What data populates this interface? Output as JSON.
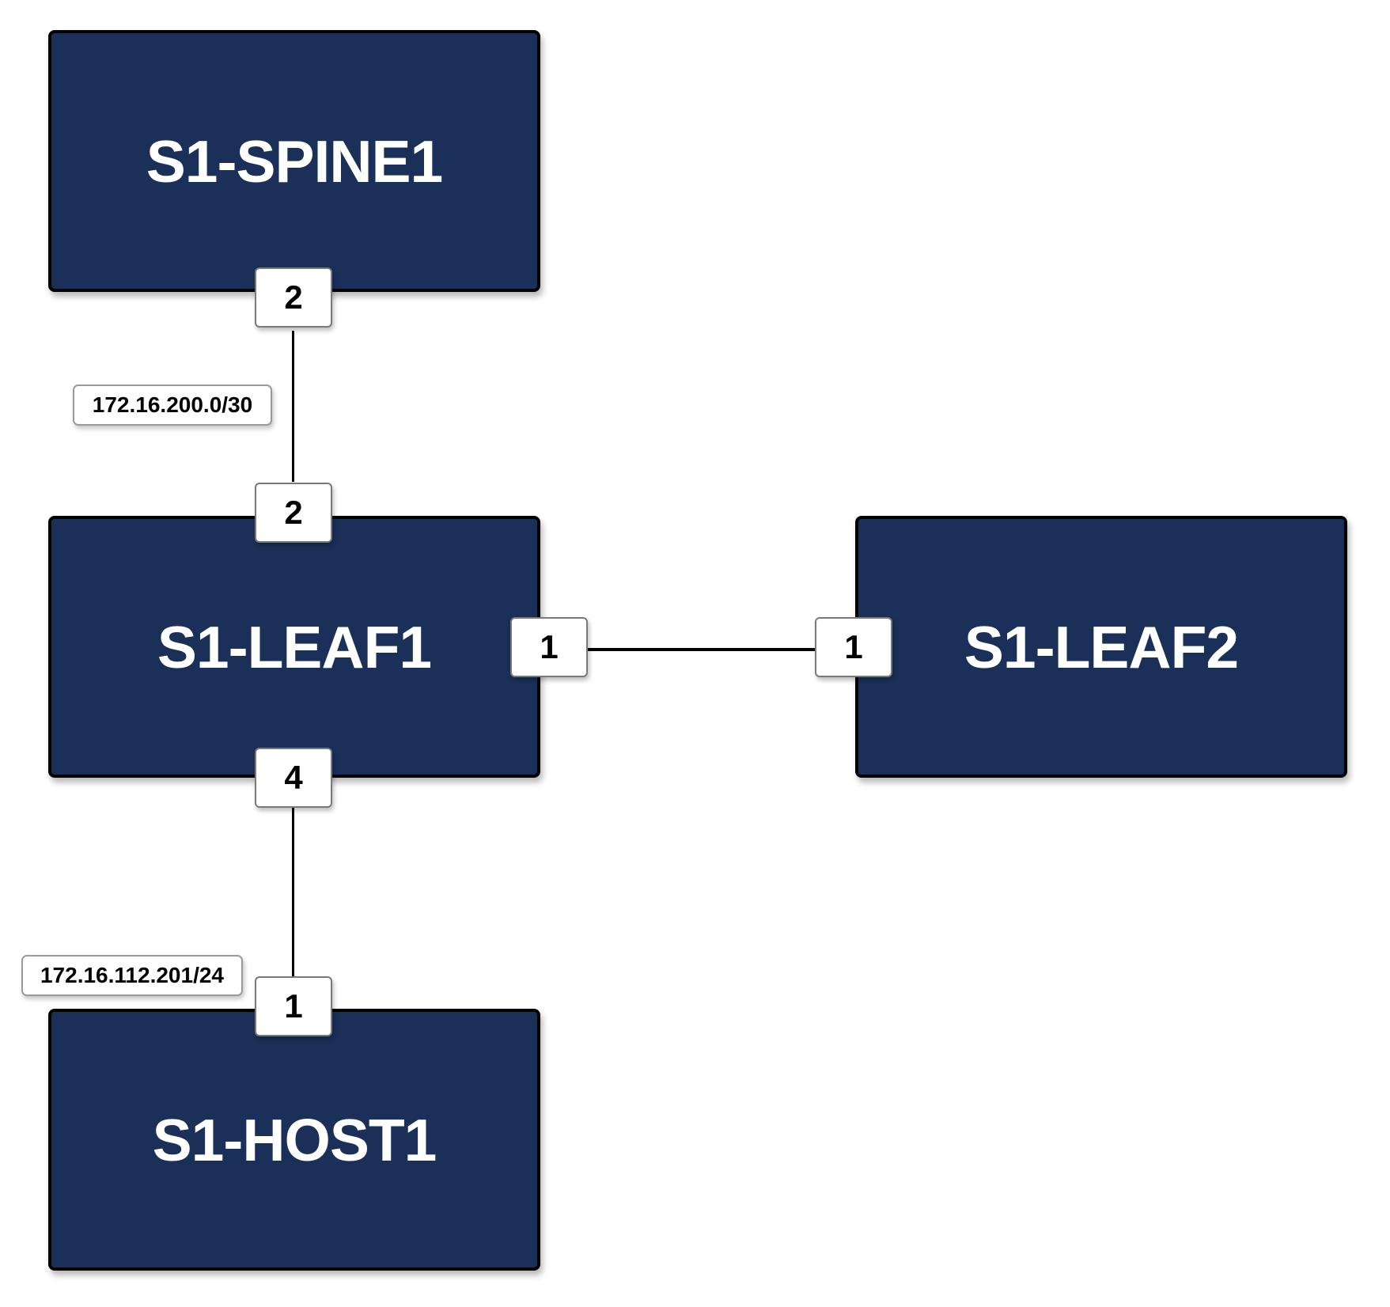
{
  "colors": {
    "device_fill": "#1a3059",
    "device_border": "#000000",
    "device_text": "#ffffff",
    "port_fill": "#ffffff",
    "link": "#000000"
  },
  "devices": {
    "spine1": {
      "label": "S1-SPINE1"
    },
    "leaf1": {
      "label": "S1-LEAF1"
    },
    "leaf2": {
      "label": "S1-LEAF2"
    },
    "host1": {
      "label": "S1-HOST1"
    }
  },
  "ports": {
    "spine1_to_leaf1": "2",
    "leaf1_to_spine1": "2",
    "leaf1_to_leaf2": "1",
    "leaf2_to_leaf1": "1",
    "leaf1_to_host1": "4",
    "host1_to_leaf1": "1"
  },
  "subnets": {
    "spine_leaf": "172.16.200.0/30",
    "host": "172.16.112.201/24"
  }
}
